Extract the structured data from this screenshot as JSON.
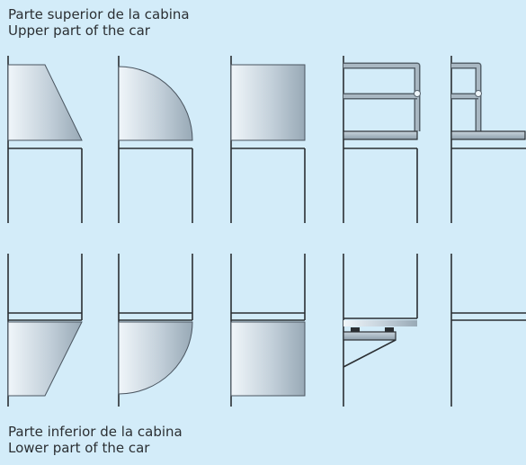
{
  "captions": {
    "top": {
      "es": "Parte superior de la cabina",
      "en": "Upper part of the car"
    },
    "bottom": {
      "es": "Parte inferior de la cabina",
      "en": "Lower part of the car"
    }
  },
  "colors": {
    "background": "#d3ecf9",
    "line": "#2b2f33",
    "steel_light": "#f0f6fa",
    "steel_dark": "#98a9b6"
  }
}
